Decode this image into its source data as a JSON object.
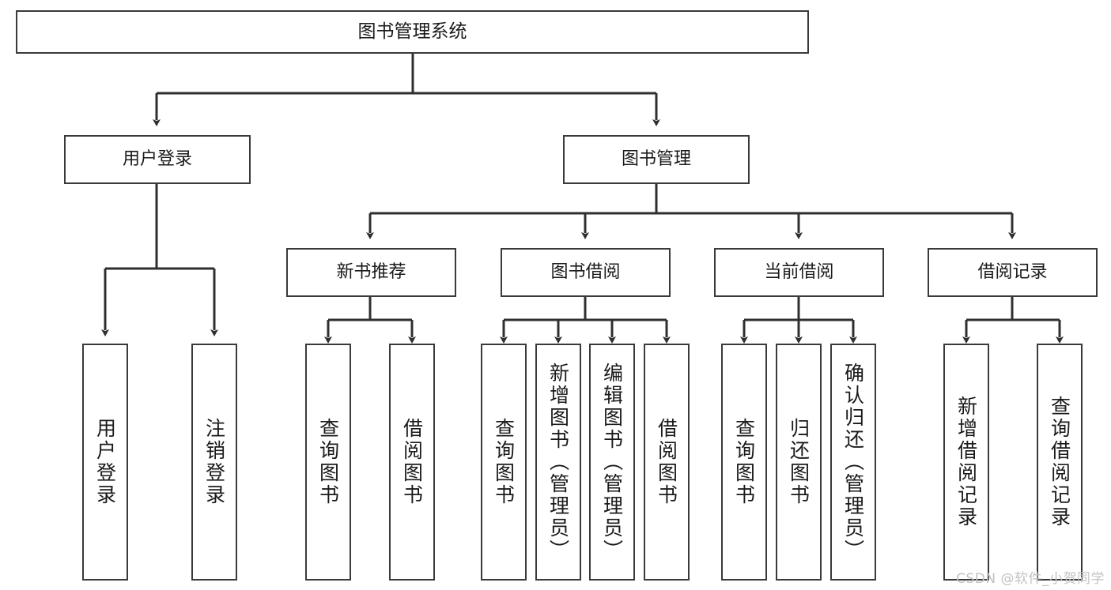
{
  "diagram": {
    "title": "图书管理系统",
    "type": "tree-hierarchy-diagram",
    "watermark": "CSDN @软件_小贺同学",
    "colors": {
      "box_border": "#3a3a3a",
      "box_fill": "#ffffff",
      "edge": "#2f2f2f",
      "text": "#1a1a1a",
      "watermark": "#c2c2c2",
      "background": "#ffffff"
    }
  },
  "nodes": {
    "root": {
      "label": "图书管理系统"
    },
    "level2": [
      {
        "label": "用户登录"
      },
      {
        "label": "图书管理"
      }
    ],
    "level3": [
      {
        "label": "新书推荐"
      },
      {
        "label": "图书借阅"
      },
      {
        "label": "当前借阅"
      },
      {
        "label": "借阅记录"
      }
    ],
    "leaves": {
      "user_login": [
        {
          "label": "用户登录"
        },
        {
          "label": "注销登录"
        }
      ],
      "new_book_recommend": [
        {
          "label": "查询图书"
        },
        {
          "label": "借阅图书"
        }
      ],
      "book_borrow": [
        {
          "label": "查询图书"
        },
        {
          "label": "新增图书（管理员）"
        },
        {
          "label": "编辑图书（管理员）"
        },
        {
          "label": "借阅图书"
        }
      ],
      "current_borrow": [
        {
          "label": "查询图书"
        },
        {
          "label": "归还图书"
        },
        {
          "label": "确认归还（管理员）"
        }
      ],
      "borrow_record": [
        {
          "label": "新增借阅记录"
        },
        {
          "label": "查询借阅记录"
        }
      ]
    }
  }
}
